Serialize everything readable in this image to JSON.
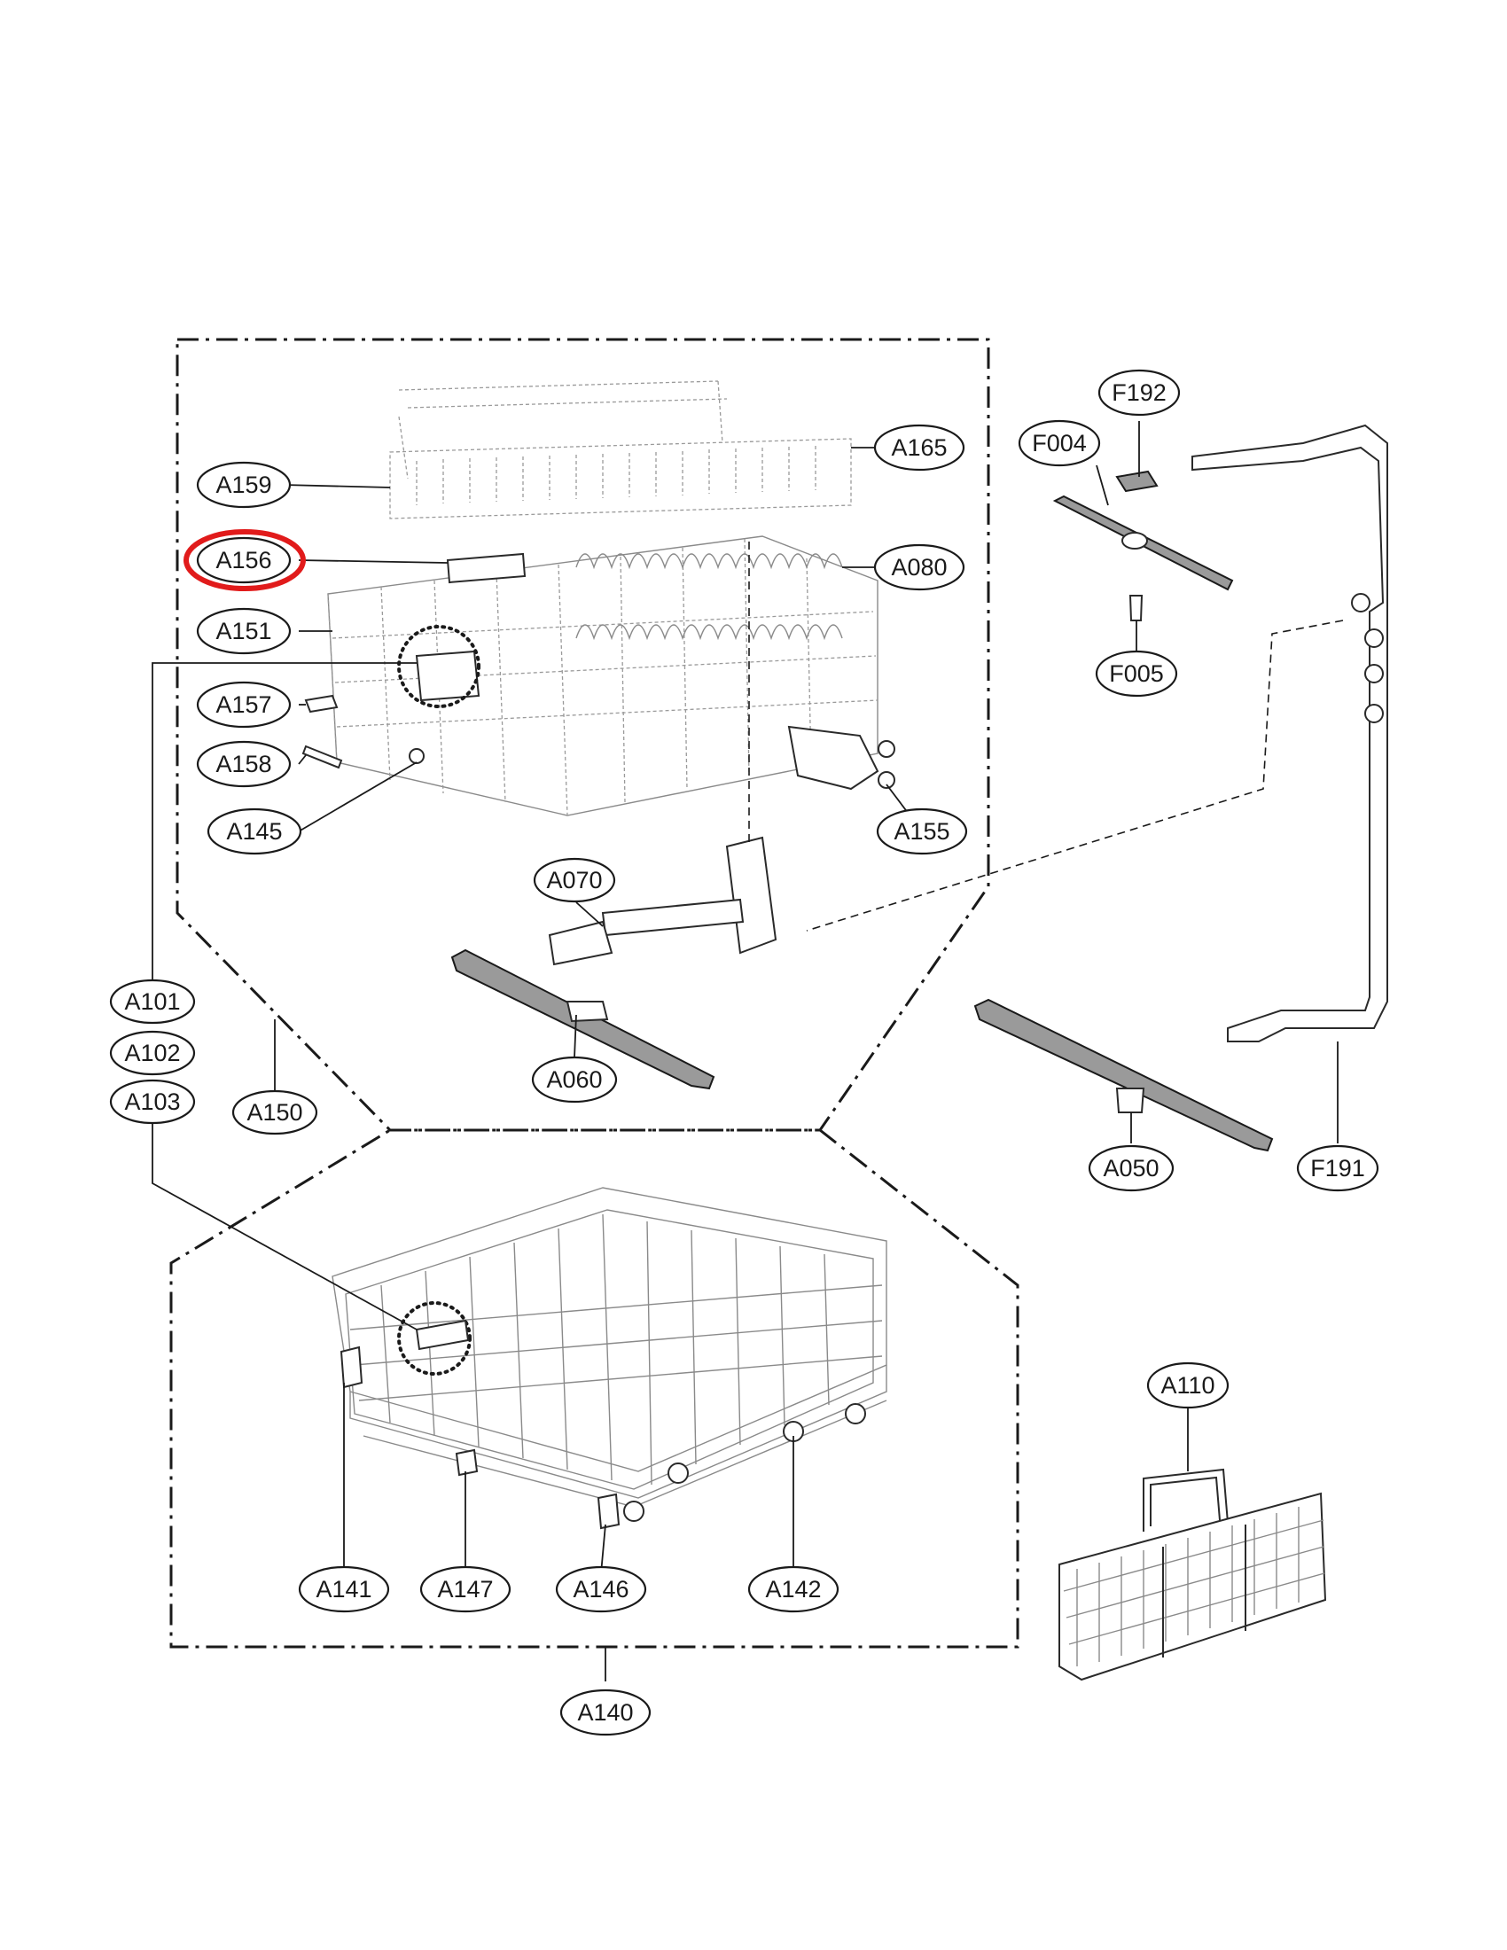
{
  "labels": {
    "A165": "A165",
    "A159": "A159",
    "A156": "A156",
    "A080": "A080",
    "A151": "A151",
    "A157": "A157",
    "A158": "A158",
    "A145": "A145",
    "A155": "A155",
    "A070": "A070",
    "A060": "A060",
    "A101": "A101",
    "A102": "A102",
    "A103": "A103",
    "A150": "A150",
    "F192": "F192",
    "F004": "F004",
    "F005": "F005",
    "A050": "A050",
    "F191": "F191",
    "A141": "A141",
    "A147": "A147",
    "A146": "A146",
    "A142": "A142",
    "A140": "A140",
    "A110": "A110"
  },
  "highlighted_label": "A156",
  "highlight_color": "#e11b1b",
  "line_color": "#1a1a1a"
}
